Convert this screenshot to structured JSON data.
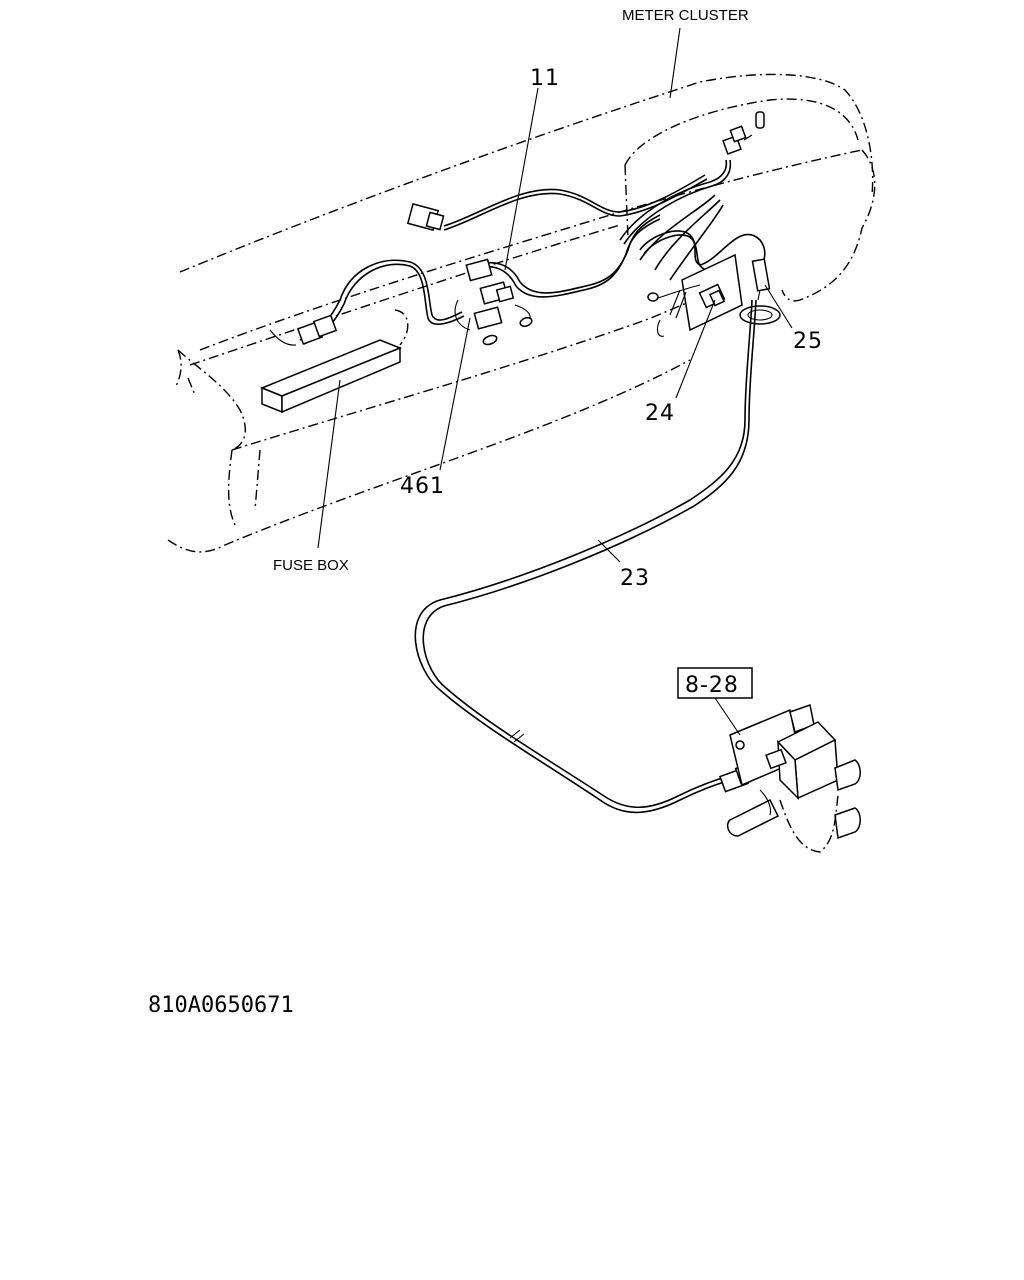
{
  "labels": {
    "meter_cluster": "METER CLUSTER",
    "fuse_box": "FUSE BOX",
    "part_11": "11",
    "part_461": "461",
    "part_24": "24",
    "part_25": "25",
    "part_23": "23",
    "ref_box": "8-28",
    "drawing_number": "810A0650671"
  }
}
